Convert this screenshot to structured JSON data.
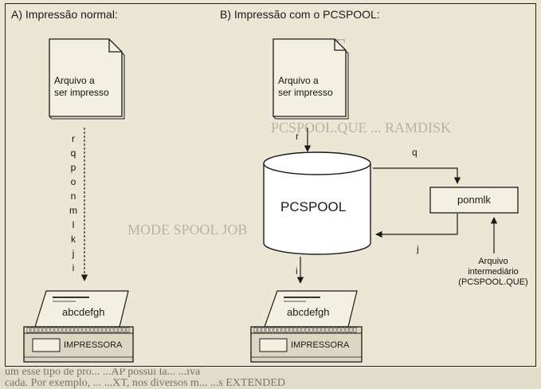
{
  "panel_a": {
    "heading": "A) Impressão normal:",
    "doc_line1": "Arquivo a",
    "doc_line2": "ser impresso",
    "sequence": [
      "r",
      "q",
      "p",
      "o",
      "n",
      "m",
      "l",
      "k",
      "j",
      "i"
    ],
    "paper_text": "abcdefgh",
    "printer_label": "IMPRESSORA"
  },
  "panel_b": {
    "heading": "B) Impressão com o PCSPOOL:",
    "doc_line1": "Arquivo a",
    "doc_line2": "ser impresso",
    "arrow_r": "r",
    "arrow_q": "q",
    "arrow_j": "j",
    "arrow_i": "i",
    "spool_label": "PCSPOOL",
    "buffer_label": "ponmlk",
    "intermediate_line1": "Arquivo",
    "intermediate_line2": "intermediário",
    "intermediate_line3": "(PCSPOOL.QUE)",
    "paper_text": "abcdefgh",
    "printer_label": "IMPRESSORA"
  },
  "bleed_through": {
    "line1": "um esse tipo de pro... ...AP possui la... ...iva",
    "line2": "cada. Por exemplo, ... ...XT, nos diversos m... ...s EXTENDED"
  },
  "colors": {
    "ink": "#1a1a1a",
    "paper": "#ece7d5",
    "spool_fill": "#ffffff"
  }
}
